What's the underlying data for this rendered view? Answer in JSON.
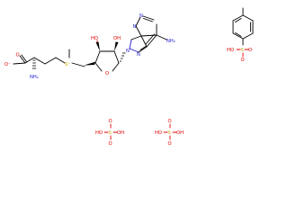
{
  "labels": {
    "carboxylate_o": "O",
    "carboxylate_o_minus": "O⁻",
    "amine_n": "NH₂",
    "sulfonium_s": "S⁺",
    "ribose_o": "O",
    "hydroxyl_left": "HO",
    "hydroxyl_right": "OH",
    "adenine_n1": "N",
    "adenine_n3": "N",
    "adenine_n7": "N",
    "adenine_n9": "N",
    "adenine_amine": "NH₂",
    "tosyl_s": "S",
    "tosyl_oh": "HO",
    "tosyl_o_top": "O",
    "tosyl_o_bottom": "O",
    "sulfate1_s": "S",
    "sulfate1_ho": "HO",
    "sulfate1_oh": "OH",
    "sulfate1_o_top": "O",
    "sulfate1_o_bottom": "O",
    "sulfate2_s": "S",
    "sulfate2_ho": "HO",
    "sulfate2_oh": "OH",
    "sulfate2_o_top": "O",
    "sulfate2_o_bottom": "O"
  },
  "colors": {
    "oxygen": "#e00000",
    "nitrogen": "#1c1cd0",
    "sulfur": "#c9a800",
    "carbon": "#000000"
  }
}
